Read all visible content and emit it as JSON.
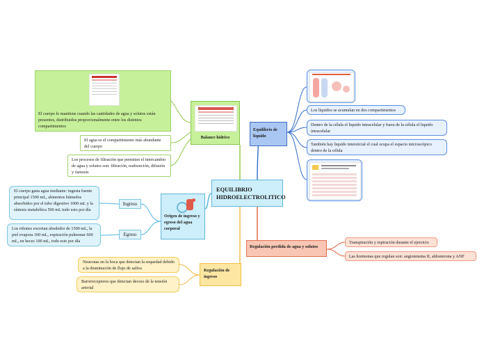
{
  "center": {
    "label": "EQUILIBRIO HIDROELECTROLITICO"
  },
  "balance": {
    "label": "Balance hídrico",
    "leaves": [
      "El cuerpo lo mantiene cuando las cantidades de agua y solutos están presentes, distribuidos proporcionalmente entre los distintos compartimentos",
      "El agua es el compartimiento más abundante del cuerpo",
      "Los procesos de filtración que permiten el intercambio de agua y solutos son: filtración, reabsorción, difusión y ósmosis"
    ]
  },
  "liquido": {
    "label": "Equilibrio de líquido",
    "leaves": [
      "Los líquidos se acumulan en dos compartimentos",
      "Dentro de la célula el liquido intracelular y fuera de la célula el liquido intracelular",
      "También hay liquido intersticial el cual ocupa el espacio microscópico dentro de la célula"
    ]
  },
  "origen": {
    "label": "Origen de ingreso y egreso del agua corporal",
    "ingreso": {
      "label": "Ingreso",
      "text": "El cuerpo gana agua mediante: ingesta fuente principal 1500 mL, alimentos húmedos absorbidos por el tubo digestivo 1000  mL y la síntesis metabólica 500 mL todo esto  por día"
    },
    "egreso": {
      "label": "Egreso",
      "text": "Los riñones excretan alrededor de 1500 mL, la piel evapora 100 mL, expiración pulmonar 600 mL, en heces 100 mL, todo esto por día"
    }
  },
  "perdida": {
    "label": "Regulación perdida de agua y solutos",
    "leaves": [
      "Transpiración y espiración durante el ejercicio",
      "Las hormonas que regulan son: angiotensina II, aldosterona y ANF"
    ]
  },
  "regulacion": {
    "label": "Regulación de ingreso",
    "leaves": [
      "Neuronas en la boca que detectan la sequedad debido a la disminución de flujo de saliva",
      "Barorreceptores que detectan deceso de la tensión arterial"
    ]
  },
  "colors": {
    "green": "#8cc63f",
    "blue": "#2e6bc7",
    "cyan": "#4db3df",
    "red": "#e0603c",
    "yellow": "#f2b640"
  }
}
